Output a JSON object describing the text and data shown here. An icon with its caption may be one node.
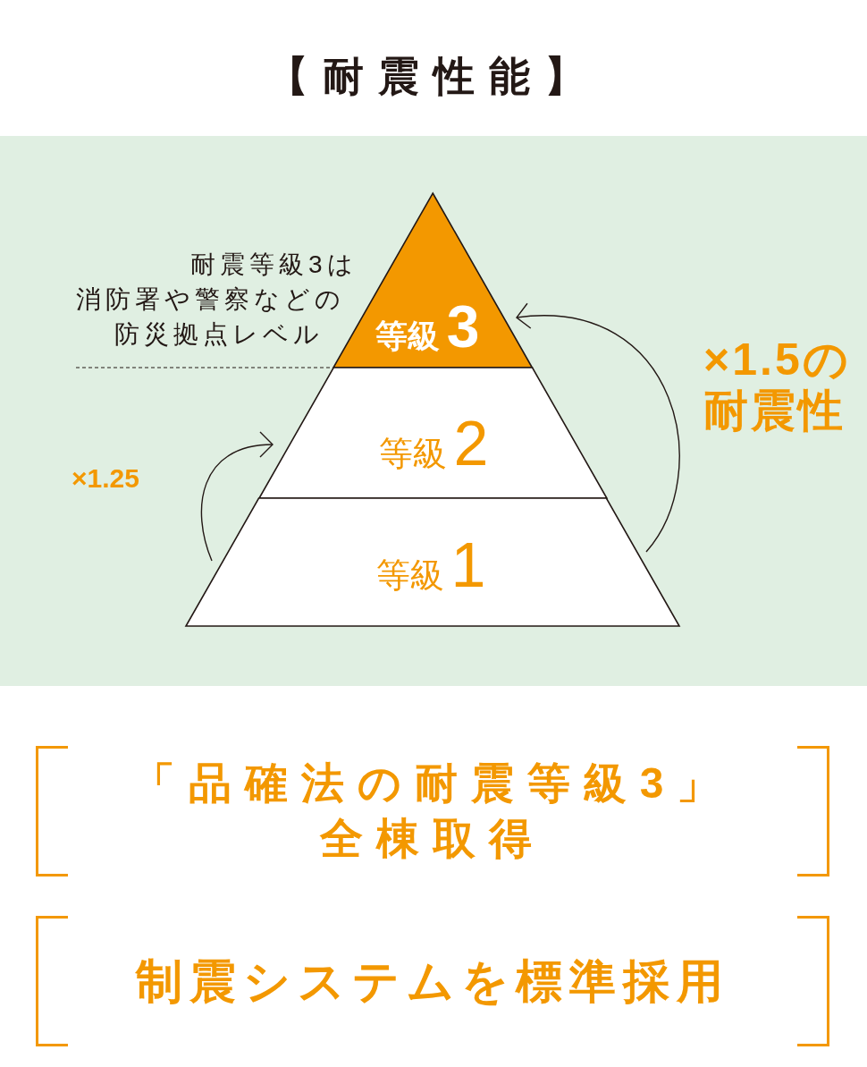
{
  "diagram": {
    "title": "【耐震性能】",
    "nodes": [
      {
        "text": [
          "等級",
          "3"
        ]
      },
      {
        "text": [
          "等級",
          "2"
        ]
      },
      {
        "text": [
          "等級",
          "1"
        ]
      },
      {
        "text": [
          "耐震等級3は消防署や警察などの防災拠点レベル"
        ]
      },
      {
        "text": [
          "「品確法の耐震等級3」全棟取得"
        ]
      },
      {
        "text": [
          "制震システムを標準採用"
        ]
      }
    ],
    "edges": [
      {
        "from": 2,
        "to": 1,
        "arrow": "to",
        "label": "×1.25"
      },
      {
        "from": 2,
        "to": 0,
        "arrow": "to",
        "label": "×1.5の耐震性"
      },
      {
        "from": 3,
        "to": 0,
        "arrow": "none",
        "style": "dashed"
      }
    ]
  }
}
